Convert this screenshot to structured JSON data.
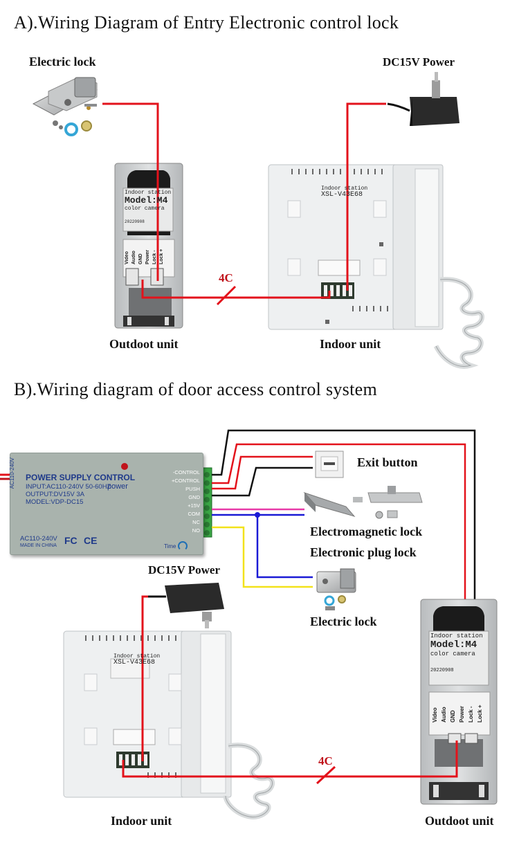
{
  "section_a": {
    "title": "A).Wiring Diagram of Entry Electronic control lock",
    "labels": {
      "electric_lock": "Electric lock",
      "power": "DC15V Power",
      "outdoor": "Outdoot unit",
      "indoor": "Indoor unit",
      "cable": "4C"
    },
    "outdoor_panel": {
      "screen_line1": "Indoor station",
      "screen_model": "Model:M4",
      "screen_line3": "color camera",
      "screen_serial": "20220908",
      "terminals": [
        "Video",
        "Audio",
        "GND",
        "Power",
        "Lock -",
        "Lock +"
      ]
    },
    "indoor_panel": {
      "label_line1": "Indoor station",
      "label_model": "XSL-V43E68"
    }
  },
  "section_b": {
    "title": "B).Wiring diagram of door access control system",
    "psu": {
      "side_text": "AC110-240V",
      "title": "POWER SUPPLY CONTROL",
      "power": "power",
      "input": "INPUT:AC110-240V 50-60HZ",
      "output": "OUTPUT:DV15V 3A",
      "model": "MODEL:VDP-DC15",
      "ac": "AC110-240V",
      "made": "MADE IN CHINA",
      "fc": "FC",
      "ce": "CE",
      "time": "Time",
      "terminals": [
        "-CONTROL",
        "+CONTROL",
        "PUSH",
        "GND",
        "+15V",
        "COM",
        "NC",
        "NO"
      ]
    },
    "labels": {
      "exit_button": "Exit button",
      "em_lock": "Electromagnetic lock",
      "plug_lock": "Electronic plug lock",
      "electric_lock": "Electric lock",
      "power": "DC15V Power",
      "indoor": "Indoor unit",
      "outdoor": "Outdoot unit",
      "cable": "4C"
    },
    "outdoor_panel": {
      "screen_line1": "Indoor station",
      "screen_model": "Model:M4",
      "screen_line3": "color camera",
      "screen_serial": "20220908",
      "terminals": [
        "Video",
        "Audio",
        "GND",
        "Power",
        "Lock -",
        "Lock +"
      ]
    },
    "indoor_panel": {
      "label_line1": "Indoor station",
      "label_model": "XSL-V43E68"
    }
  },
  "colors": {
    "wire_red": "#e3121b",
    "wire_black": "#111111",
    "wire_pink": "#e83aa8",
    "wire_blue": "#1a1ad6",
    "wire_yellow": "#f2e21a",
    "panel_white": "#eef0f1",
    "outdoor_silver": "#c9ccce",
    "psu_grey": "#a9b3ad",
    "terminal_green": "#3aa544"
  }
}
